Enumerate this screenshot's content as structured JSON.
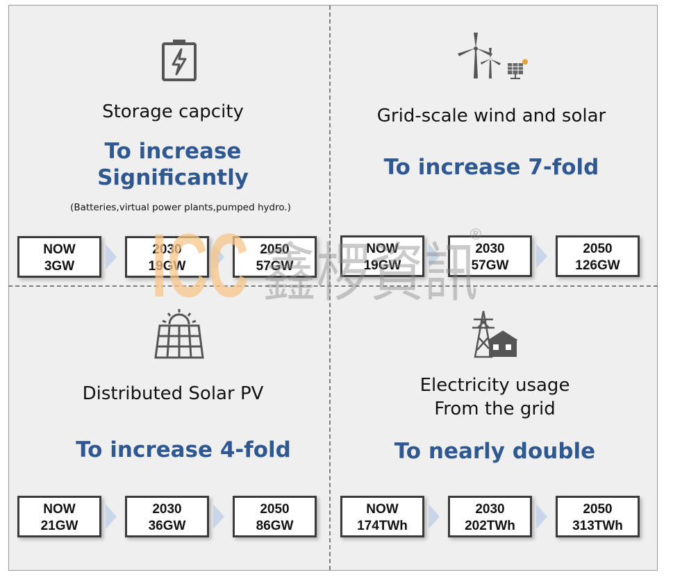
{
  "quadrants": {
    "storage": {
      "icon": "battery-icon",
      "title": "Storage capcity",
      "headline_line1": "To increase",
      "headline_line2": "Significantly",
      "note": "(Batteries,virtual power plants,pumped hydro.)",
      "stages": [
        {
          "period": "NOW",
          "value": "3GW"
        },
        {
          "period": "2030",
          "value": "19GW"
        },
        {
          "period": "2050",
          "value": "57GW"
        }
      ]
    },
    "wind_solar": {
      "icon": "wind-turbine-solar-panel-icon",
      "title": "Grid-scale wind and solar",
      "headline": "To increase 7-fold",
      "stages": [
        {
          "period": "NOW",
          "value": "19GW"
        },
        {
          "period": "2030",
          "value": "57GW"
        },
        {
          "period": "2050",
          "value": "126GW"
        }
      ]
    },
    "distributed_pv": {
      "icon": "solar-panel-sun-icon",
      "title": "Distributed Solar PV",
      "headline": "To increase 4-fold",
      "stages": [
        {
          "period": "NOW",
          "value": "21GW"
        },
        {
          "period": "2030",
          "value": "36GW"
        },
        {
          "period": "2050",
          "value": "86GW"
        }
      ]
    },
    "grid_usage": {
      "icon": "power-tower-house-icon",
      "title_line1": "Electricity usage",
      "title_line2": "From the grid",
      "headline": "To nearly double",
      "stages": [
        {
          "period": "NOW",
          "value": "174TWh"
        },
        {
          "period": "2030",
          "value": "202TWh"
        },
        {
          "period": "2050",
          "value": "313TWh"
        }
      ]
    }
  },
  "watermark": {
    "text": "ICC 鑫椤資訊",
    "registered": "®"
  },
  "colors": {
    "headline": "#2f5890",
    "arrow": "#c9d5e8",
    "panel": "#efefef",
    "watermark_orange": "#f5c58a"
  }
}
